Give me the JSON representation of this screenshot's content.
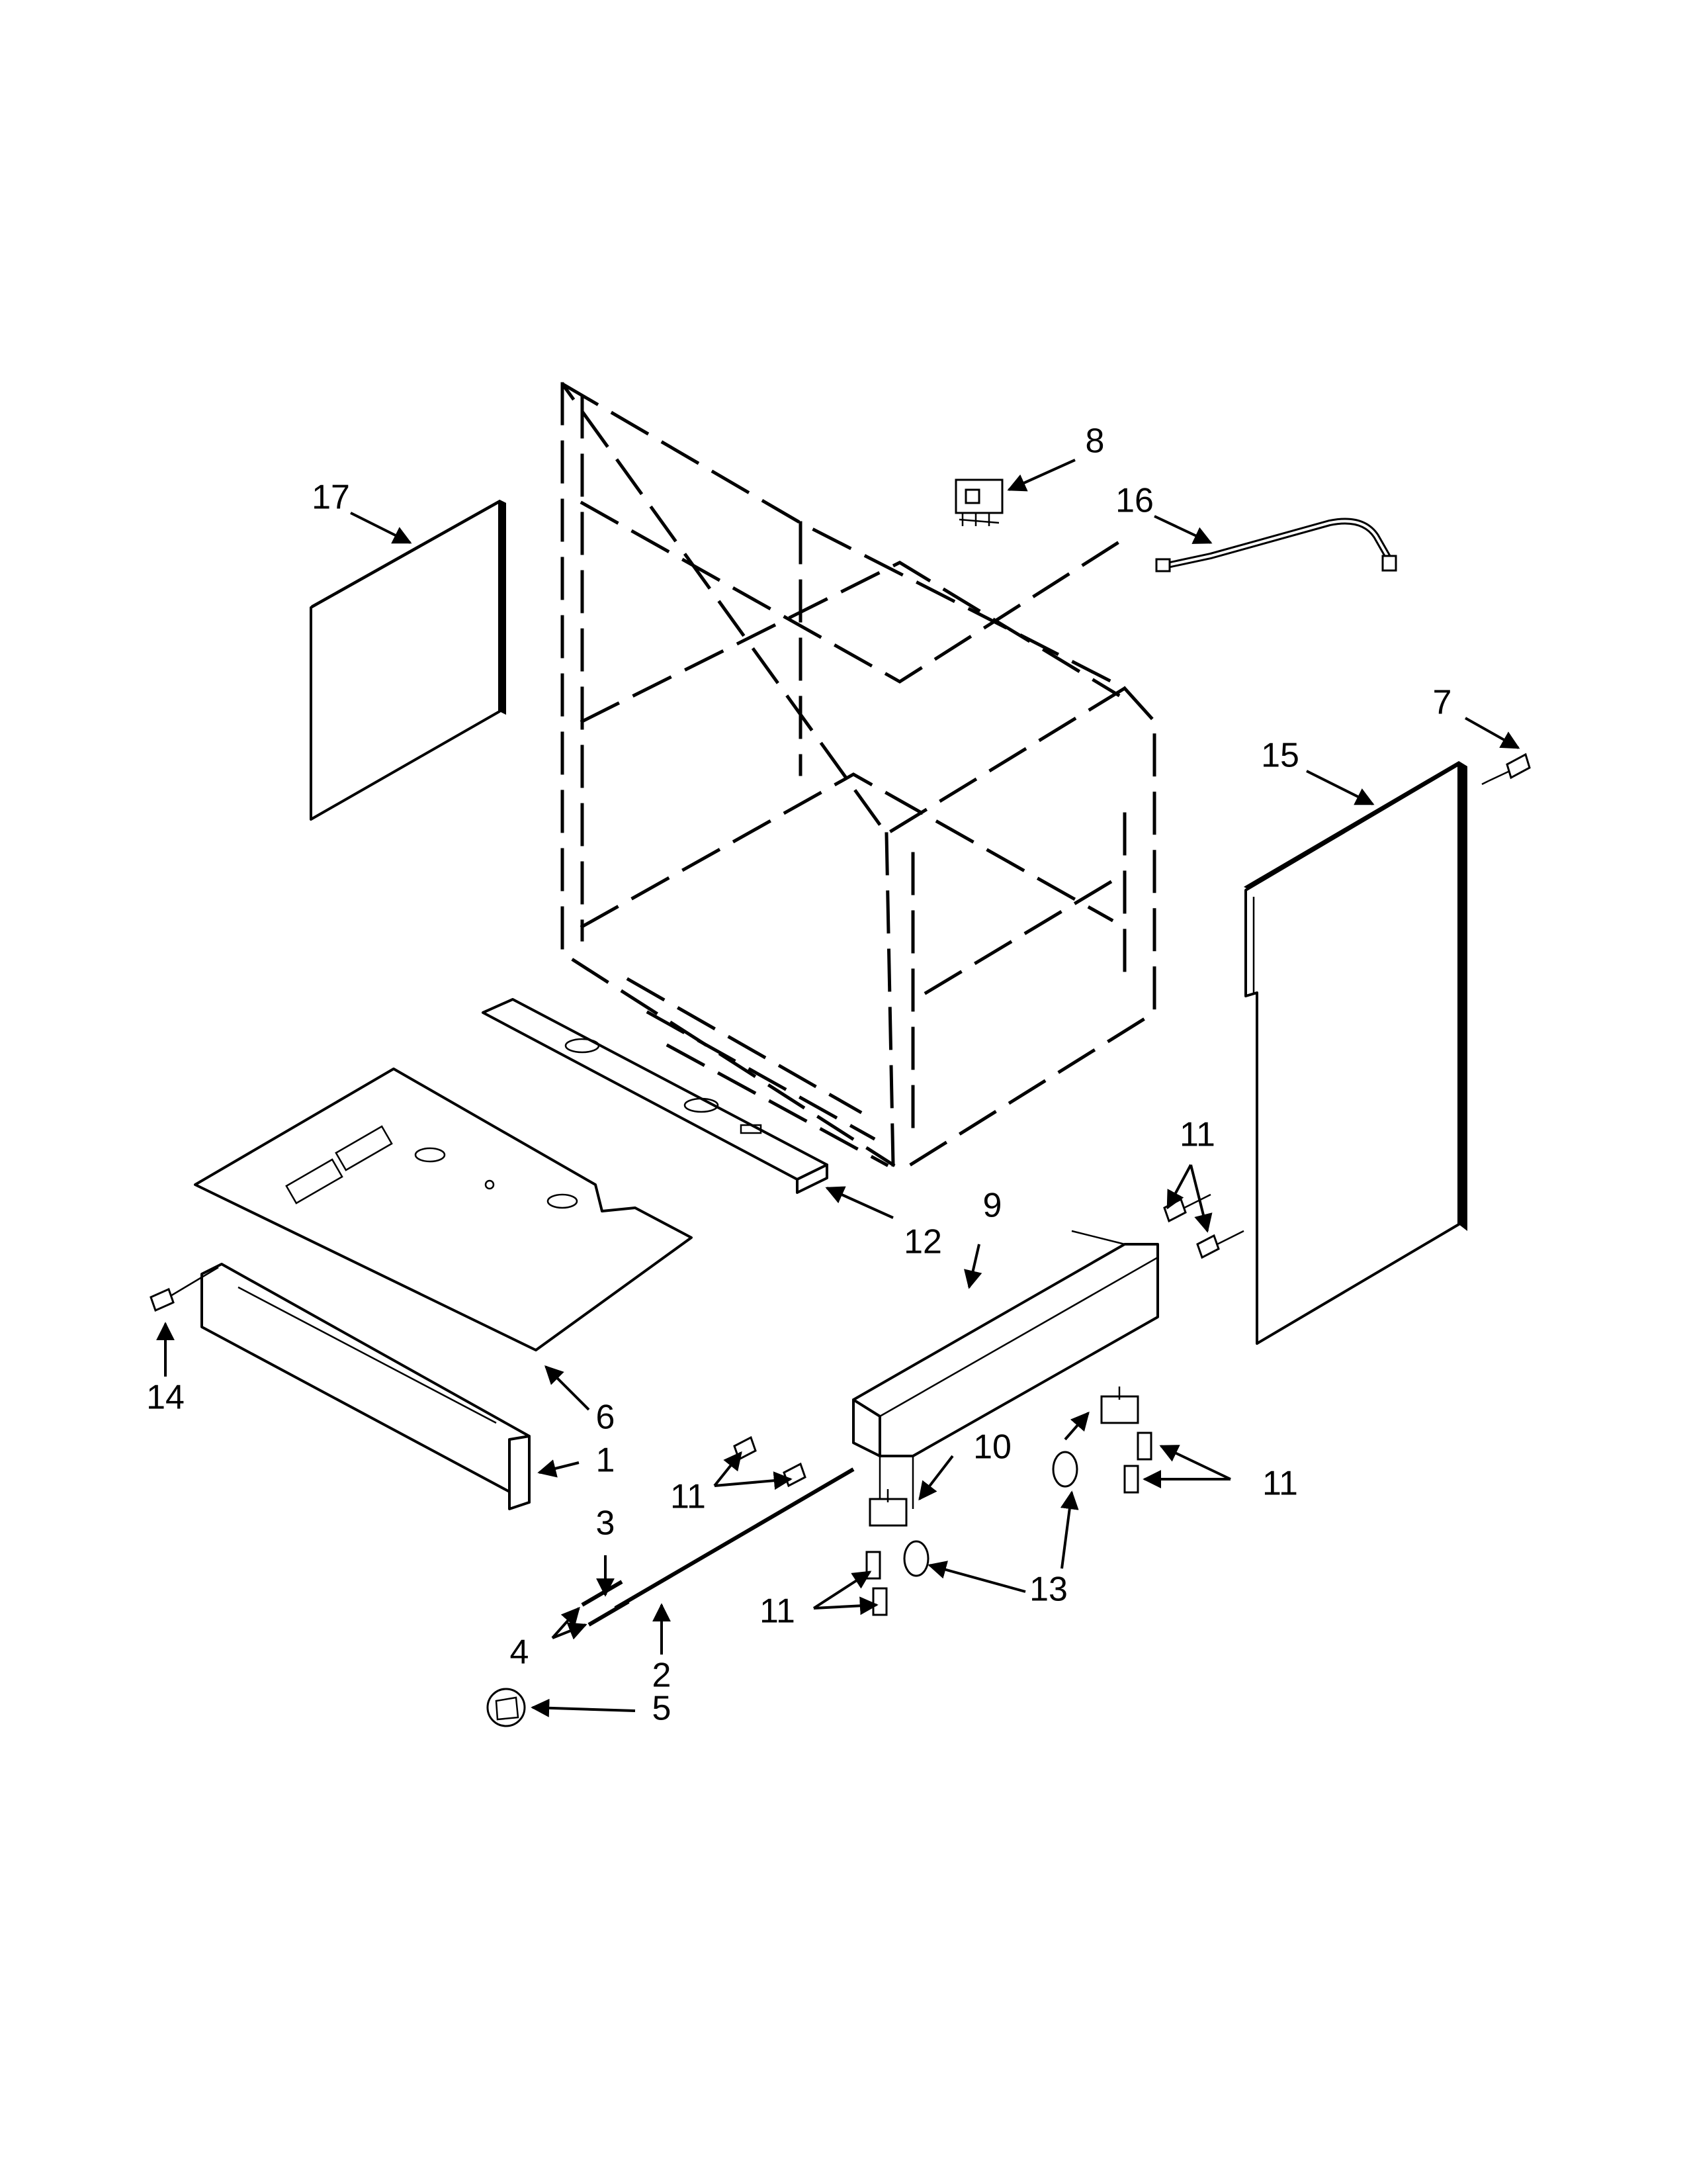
{
  "callouts": {
    "n1": "1",
    "n2": "2",
    "n3": "3",
    "n4": "4",
    "n5": "5",
    "n6": "6",
    "n7": "7",
    "n8": "8",
    "n9": "9",
    "n10": "10",
    "n11a": "11",
    "n11b": "11",
    "n11c": "11",
    "n11d": "11",
    "n12": "12",
    "n13": "13",
    "n14": "14",
    "n15": "15",
    "n16": "16",
    "n17": "17"
  }
}
